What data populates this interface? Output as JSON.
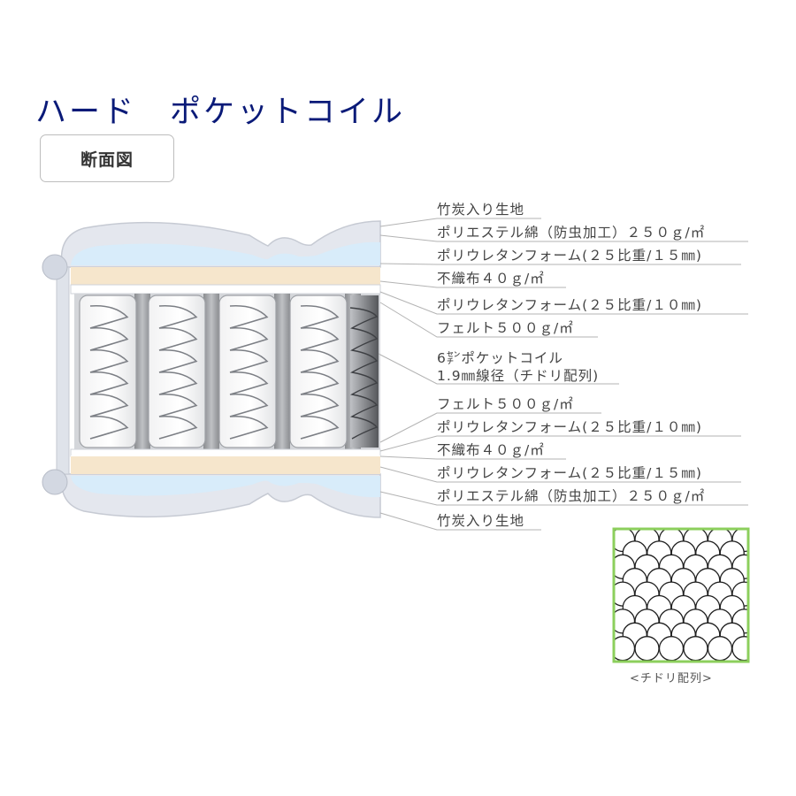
{
  "title": "ハード　ポケットコイル",
  "tab_label": "断面図",
  "layers": [
    "竹炭入り生地",
    "ポリエステル綿（防虫加工）２５０ｇ/㎡",
    "ポリウレタンフォーム(２５比重/１５㎜)",
    "不織布４０ｇ/㎡",
    "ポリウレタンフォーム(２５比重/１０㎜)",
    "フェルト５００ｇ/㎡",
    "6㌢ポケットコイル",
    "1.9㎜線径（チドリ配列)",
    "フェルト５００ｇ/㎡",
    "ポリウレタンフォーム(２５比重/１０㎜)",
    "不織布４０ｇ/㎡",
    "ポリウレタンフォーム(２５比重/１５㎜)",
    "ポリエステル綿（防虫加工）２５０ｇ/㎡",
    "竹炭入り生地"
  ],
  "arrangement_caption": "<チドリ配列>",
  "colors": {
    "title": "#0a1a78",
    "fabric": "#e4e7ee",
    "padding_blue": "#d6ecfb",
    "foam": "#f6e6cc",
    "felt": "#e9ebef",
    "coil_panel": "#d4d6da",
    "arrangement_border": "#8ccf5c"
  }
}
